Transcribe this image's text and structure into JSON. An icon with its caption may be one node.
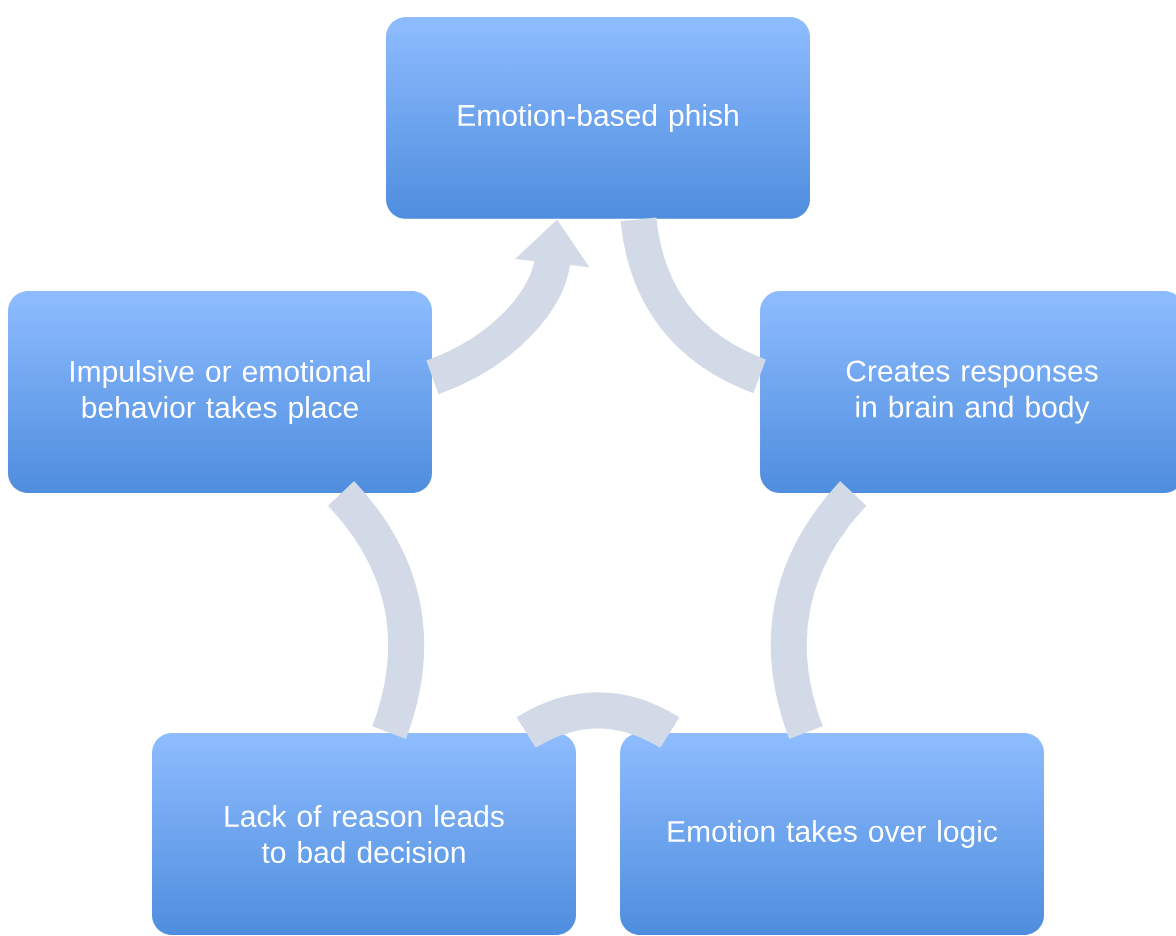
{
  "diagram": {
    "nodes": [
      {
        "text": [
          "Emotion-based phish"
        ]
      },
      {
        "text": [
          "Creates responses in brain and body"
        ]
      },
      {
        "text": [
          "Emotion takes over logic"
        ]
      },
      {
        "text": [
          "Lack of reason leads to bad decision"
        ]
      },
      {
        "text": [
          "Impulsive or emotional behavior takes place"
        ]
      }
    ],
    "edges": [
      {
        "from": 0,
        "to": 1,
        "arrow": "none"
      },
      {
        "from": 1,
        "to": 2,
        "arrow": "none"
      },
      {
        "from": 2,
        "to": 3,
        "arrow": "none"
      },
      {
        "from": 3,
        "to": 4,
        "arrow": "none"
      },
      {
        "from": 4,
        "to": 0,
        "arrow": "to"
      }
    ]
  }
}
